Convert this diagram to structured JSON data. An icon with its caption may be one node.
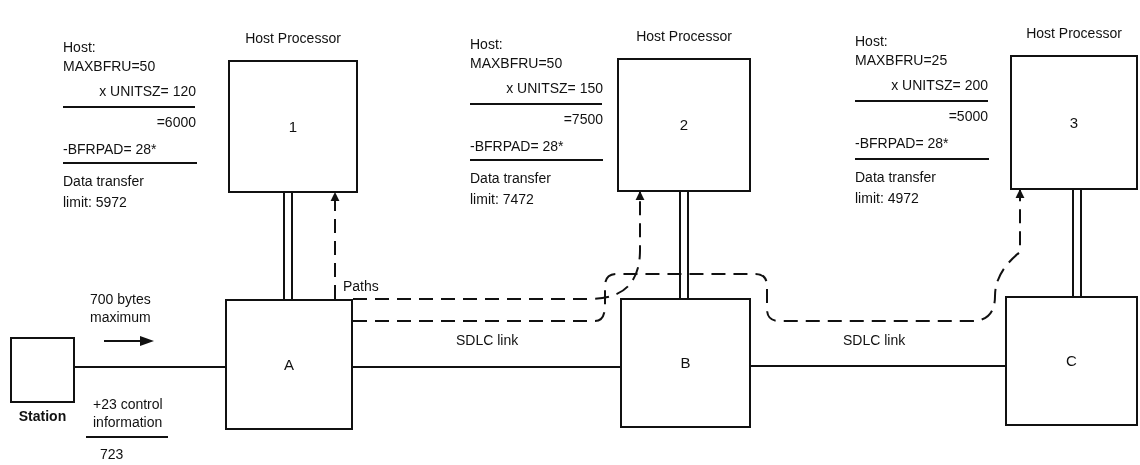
{
  "diagram": {
    "nodes": [
      {
        "text": [
          "Host Processor",
          "1"
        ]
      },
      {
        "text": [
          "Host Processor",
          "2"
        ]
      },
      {
        "text": [
          "Host Processor",
          "3"
        ]
      },
      {
        "text": [
          "Station"
        ]
      },
      {
        "text": [
          "A"
        ]
      },
      {
        "text": [
          "B"
        ]
      },
      {
        "text": [
          "C"
        ]
      }
    ],
    "edges": [
      {
        "from": 3,
        "to": 4,
        "arrow": "none"
      },
      {
        "from": 4,
        "to": 0,
        "arrow": "none"
      },
      {
        "from": 4,
        "to": 5,
        "arrow": "none",
        "label": "SDLC link"
      },
      {
        "from": 5,
        "to": 1,
        "arrow": "none"
      },
      {
        "from": 5,
        "to": 6,
        "arrow": "none",
        "label": "SDLC link"
      },
      {
        "from": 6,
        "to": 2,
        "arrow": "none"
      },
      {
        "from": 4,
        "to": 0,
        "arrow": "to",
        "style": "dashed"
      },
      {
        "from": 4,
        "to": 1,
        "arrow": "to",
        "style": "dashed"
      },
      {
        "from": 4,
        "to": 2,
        "arrow": "to",
        "style": "dashed"
      }
    ],
    "labels": [
      "Host:",
      "MAXBFRU=50",
      "x UNITSZ= 120",
      "=6000",
      "-BFRPAD= 28*",
      "Data transfer",
      "limit: 5972",
      "Host:",
      "MAXBFRU=50",
      "x UNITSZ= 150",
      "=7500",
      "-BFRPAD= 28*",
      "Data transfer",
      "limit: 7472",
      "Host:",
      "MAXBFRU=25",
      "x UNITSZ= 200",
      "=5000",
      "-BFRPAD= 28*",
      "Data transfer",
      "limit: 4972",
      "Paths",
      "700 bytes maximum",
      "+23 control information",
      "723"
    ]
  }
}
